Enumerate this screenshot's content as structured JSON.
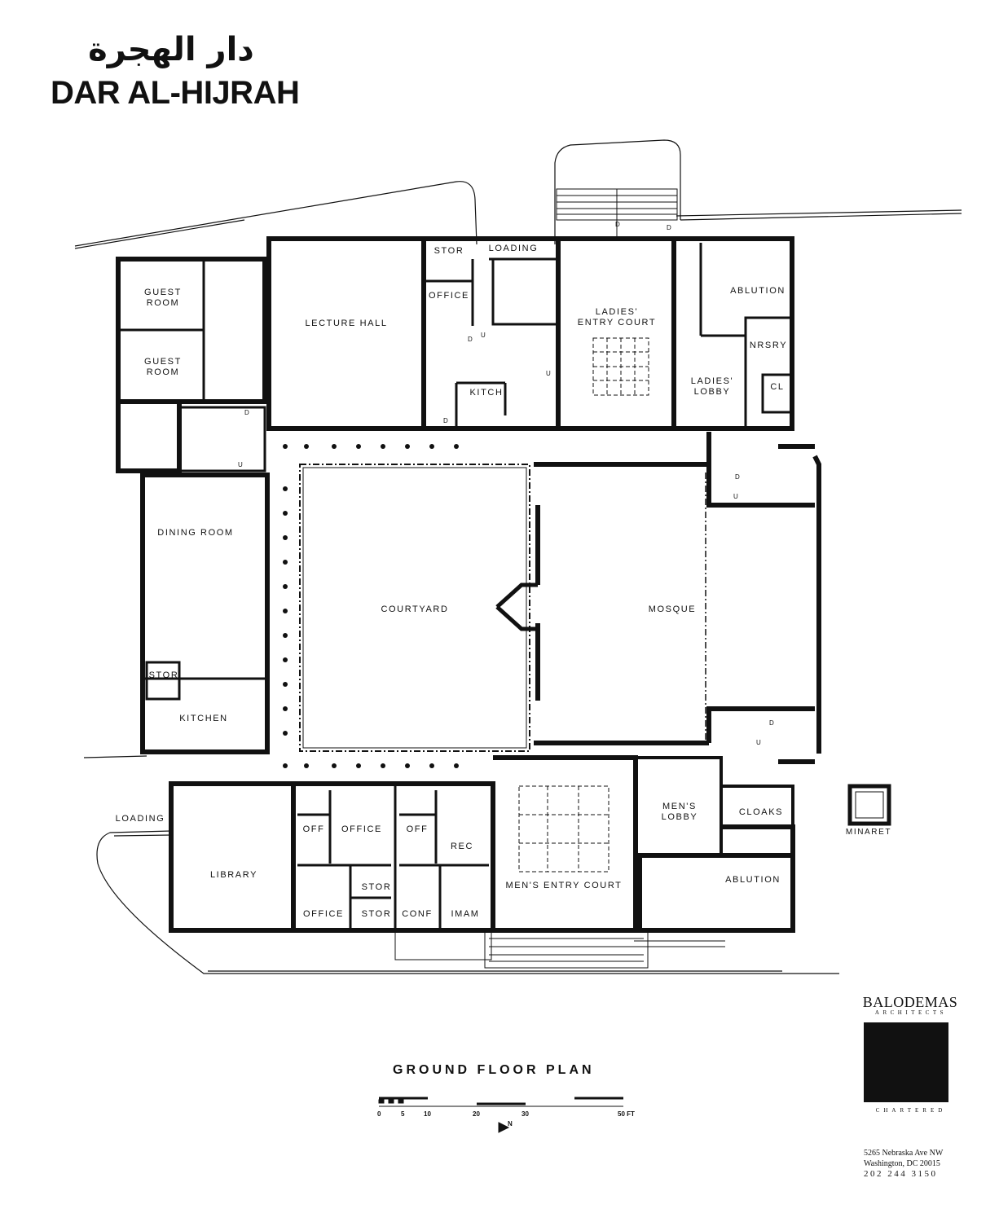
{
  "title_arabic": "دار الهجرة",
  "title": "DAR AL-HIJRAH",
  "plan_title": "GROUND FLOOR PLAN",
  "rooms": {
    "guest_room_1": [
      "GUEST",
      "ROOM"
    ],
    "guest_room_2": [
      "GUEST",
      "ROOM"
    ],
    "lecture_hall": "LECTURE HALL",
    "stor_top": "STOR",
    "loading_top": "LOADING",
    "office_top": "OFFICE",
    "kitch": "KITCH",
    "ladies_entry_court": [
      "LADIES'",
      "ENTRY COURT"
    ],
    "ablution_top": "ABLUTION",
    "nrsry": "NRSRY",
    "ladies_lobby": [
      "LADIES'",
      "LOBBY"
    ],
    "cl": "CL",
    "dining_room": "DINING ROOM",
    "courtyard": "COURTYARD",
    "mosque": "MOSQUE",
    "stor_kitchen": "STOR",
    "kitchen": "KITCHEN",
    "loading_left": "LOADING",
    "library": "LIBRARY",
    "off_1": "OFF",
    "office_1": "OFFICE",
    "stor_mid_1": "STOR",
    "office_2": "OFFICE",
    "stor_mid_2": "STOR",
    "off_2": "OFF",
    "rec": "REC",
    "conf": "CONF",
    "imam": "IMAM",
    "mens_entry_court": "MEN'S ENTRY COURT",
    "mens_lobby": [
      "MEN'S",
      "LOBBY"
    ],
    "cloaks": "CLOAKS",
    "ablution_bottom": "ABLUTION",
    "minaret": "MINARET"
  },
  "marks": {
    "door": "D",
    "up": "U"
  },
  "scale": {
    "ticks": [
      "0",
      "5",
      "10",
      "20",
      "30",
      "50 FT"
    ],
    "north": "N"
  },
  "architect": {
    "name": "BALODEMAS",
    "subtitle": "ARCHITECTS",
    "chartered": "CHARTERED",
    "address_line1": "5265 Nebraska Ave NW",
    "address_line2": "Washington, DC 20015",
    "phone": "202 244 3150"
  }
}
